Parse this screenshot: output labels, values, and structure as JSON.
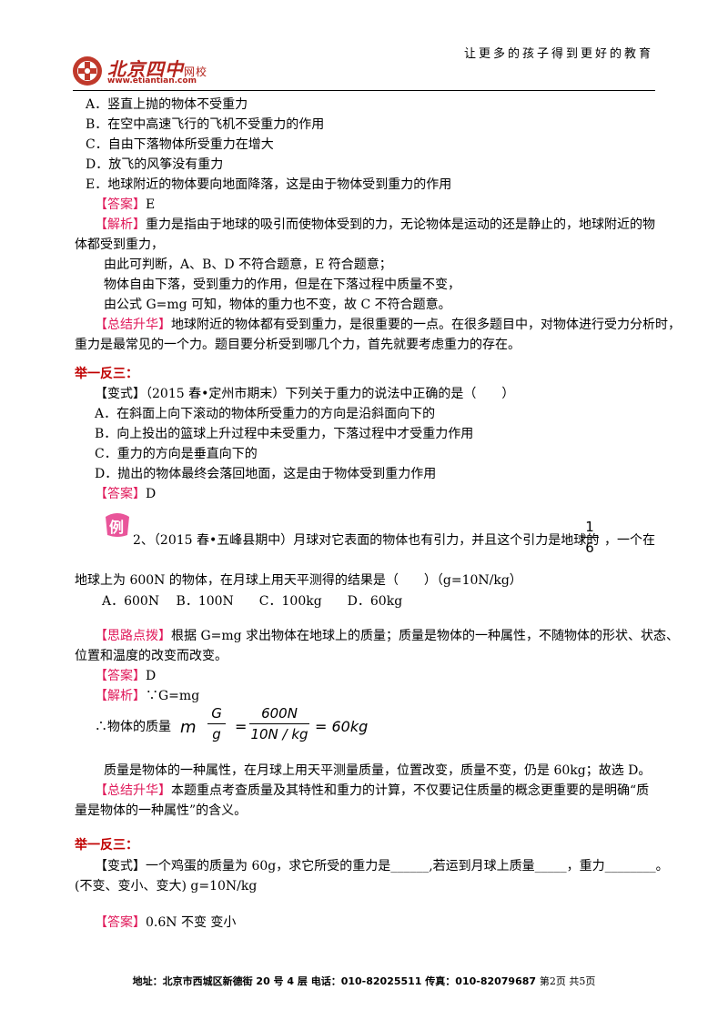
{
  "header": {
    "slogan": "让更多的孩子得到更好的教育",
    "logo_text": "北京四中",
    "logo_sub": "网校",
    "logo_url": "www.etiantian.com"
  },
  "q1": {
    "options": [
      "A．竖直上抛的物体不受重力",
      "B．在空中高速飞行的飞机不受重力的作用",
      "C．自由下落物体所受重力在增大",
      "D．放飞的风筝没有重力",
      "E．地球附近的物体要向地面降落，这是由于物体受到重力的作用"
    ],
    "answer_tag": "【答案】",
    "answer": "E",
    "analysis_tag": "【解析】",
    "analysis_1": "重力是指由于地球的吸引而使物体受到的力，无论物体是运动的还是静止的，地球附近的物",
    "analysis_2": "体都受到重力，",
    "analysis_3": "由此可判断，A、B、D 不符合题意，E 符合题意；",
    "analysis_4": "物体自由下落，受到重力的作用，但是在下落过程中质量不变，",
    "analysis_5": "由公式 G=mg 可知，物体的重力也不变，故 C 不符合题意。",
    "summary_tag": "【总结升华】",
    "summary_1": "地球附近的物体都有受到重力，是很重要的一点。在很多题目中，对物体进行受力分析时，",
    "summary_2": "重力是最常见的一个力。题目要分析受到哪几个力，首先就要考虑重力的存在。"
  },
  "v1": {
    "section": "举一反三：",
    "lead": "【变式】（2015 春•定州市期末）下列关于重力的说法中正确的是（　　）",
    "options": [
      "A．在斜面上向下滚动的物体所受重力的方向是沿斜面向下的",
      "B．向上投出的篮球上升过程中未受重力，下落过程中才受重力作用",
      "C．重力的方向是垂直向下的",
      "D．抛出的物体最终会落回地面，这是由于物体受到重力作用"
    ],
    "answer_tag": "【答案】",
    "answer": "D"
  },
  "q2": {
    "badge": "例",
    "stem_1": "2、（2015 春•五峰县期中）月球对它表面的物体也有引力，并且这个引力是地球的",
    "frac_num": "1",
    "frac_den": "6",
    "stem_1_tail": "，一个在",
    "stem_2": "地球上为 600N 的物体，在月球上用天平测得的结果是（　　）（g=10N/kg）",
    "options": "A．600N　 B．100N　　C．100kg　　D．60kg",
    "hint_tag": "【思路点拨】",
    "hint_1": "根据 G=mg 求出物体在地球上的质量；质量是物体的一种属性，不随物体的形状、状态、",
    "hint_2": "位置和温度的改变而改变。",
    "answer_tag": "【答案】",
    "answer": "D",
    "analysis_tag": "【解析】",
    "analysis_1": "∵G=mg",
    "analysis_2": "∴物体的质量",
    "m": "m",
    "eq": "=",
    "G": "G",
    "g": "g",
    "num": "600N",
    "den": "10N / kg",
    "result": "= 60kg",
    "analysis_3": "质量是物体的一种属性，在月球上用天平测量质量，位置改变，质量不变，仍是 60kg；故选 D。",
    "summary_tag": "【总结升华】",
    "summary_1": "本题重点考查质量及其特性和重力的计算，不仅要记住质量的概念更重要的是明确“质",
    "summary_2": "量是物体的一种属性”的含义。"
  },
  "v2": {
    "section": "举一反三：",
    "lead_1": "【变式】一个鸡蛋的质量为 60g，求它所受的重力是______,若运到月球上质量_____，重力________。",
    "lead_2": "(不变、变小、变大) g=10N/kg",
    "answer_tag": "【答案】",
    "answer": "0.6N  不变  变小"
  },
  "footer": {
    "address": "地址：北京市西城区新德街 20 号 4 层  电话：010-82025511  传真：010-82079687",
    "page": "第2页  共5页"
  },
  "colors": {
    "tag": "#e0195a",
    "section": "#c00000",
    "logo": "#b4221b"
  }
}
